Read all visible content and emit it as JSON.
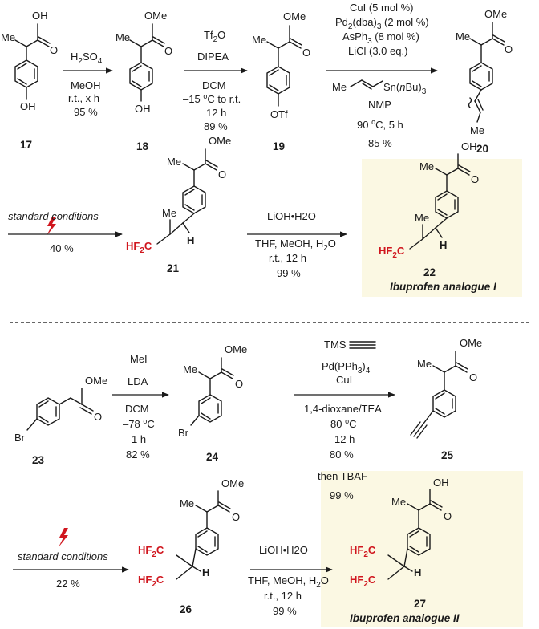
{
  "r1": {
    "c17": "17",
    "c18": "18",
    "c19": "19",
    "c20": "20",
    "a1": [
      "H2SO4",
      "MeOH",
      "r.t., x h",
      "95 %"
    ],
    "a2": [
      "Tf2O",
      "DIPEA",
      "DCM",
      "–15 °C to r.t.",
      "12 h",
      "89 %"
    ],
    "a3_top": [
      "CuI (5 mol %)",
      "Pd2(dba)3 (2 mol %)",
      "AsPh3 (8 mol %)",
      "LiCl (3.0 eq.)"
    ],
    "a3_reagent": "Sn(nBu)3",
    "a3_bottom": [
      "NMP",
      "90 °C, 5 h",
      "85 %"
    ]
  },
  "r2": {
    "std": "standard conditions",
    "yield": "40 %",
    "c21": "21",
    "a2": [
      "LiOH•H2O",
      "THF, MeOH, H2O",
      "r.t., 12 h",
      "99 %"
    ],
    "c22": "22",
    "name22": "Ibuprofen analogue I"
  },
  "r3": {
    "c23": "23",
    "c24": "24",
    "c25": "25",
    "a1": [
      "MeI",
      "LDA",
      "DCM",
      "–78 °C",
      "1 h",
      "82 %"
    ],
    "a2_top": [
      "TMS",
      "Pd(PPh3)4",
      "CuI"
    ],
    "a2_bottom": [
      "1,4-dioxane/TEA",
      "80 °C",
      "12 h",
      "80 %",
      "then TBAF",
      "99 %"
    ]
  },
  "r4": {
    "std": "standard conditions",
    "yield": "22 %",
    "c26": "26",
    "a2": [
      "LiOH•H2O",
      "THF, MeOH, H2O",
      "r.t., 12 h",
      "99 %"
    ],
    "c27": "27",
    "name27": "Ibuprofen analogue II"
  },
  "atoms": {
    "OH": "OH",
    "OMe": "OMe",
    "O": "O",
    "Me": "Me",
    "OTf": "OTf",
    "Br": "Br",
    "H": "H",
    "HF2C": "HF2C"
  },
  "colors": {
    "red": "#d0161e",
    "highlight": "#fbf8e3",
    "dash": "#333333"
  }
}
